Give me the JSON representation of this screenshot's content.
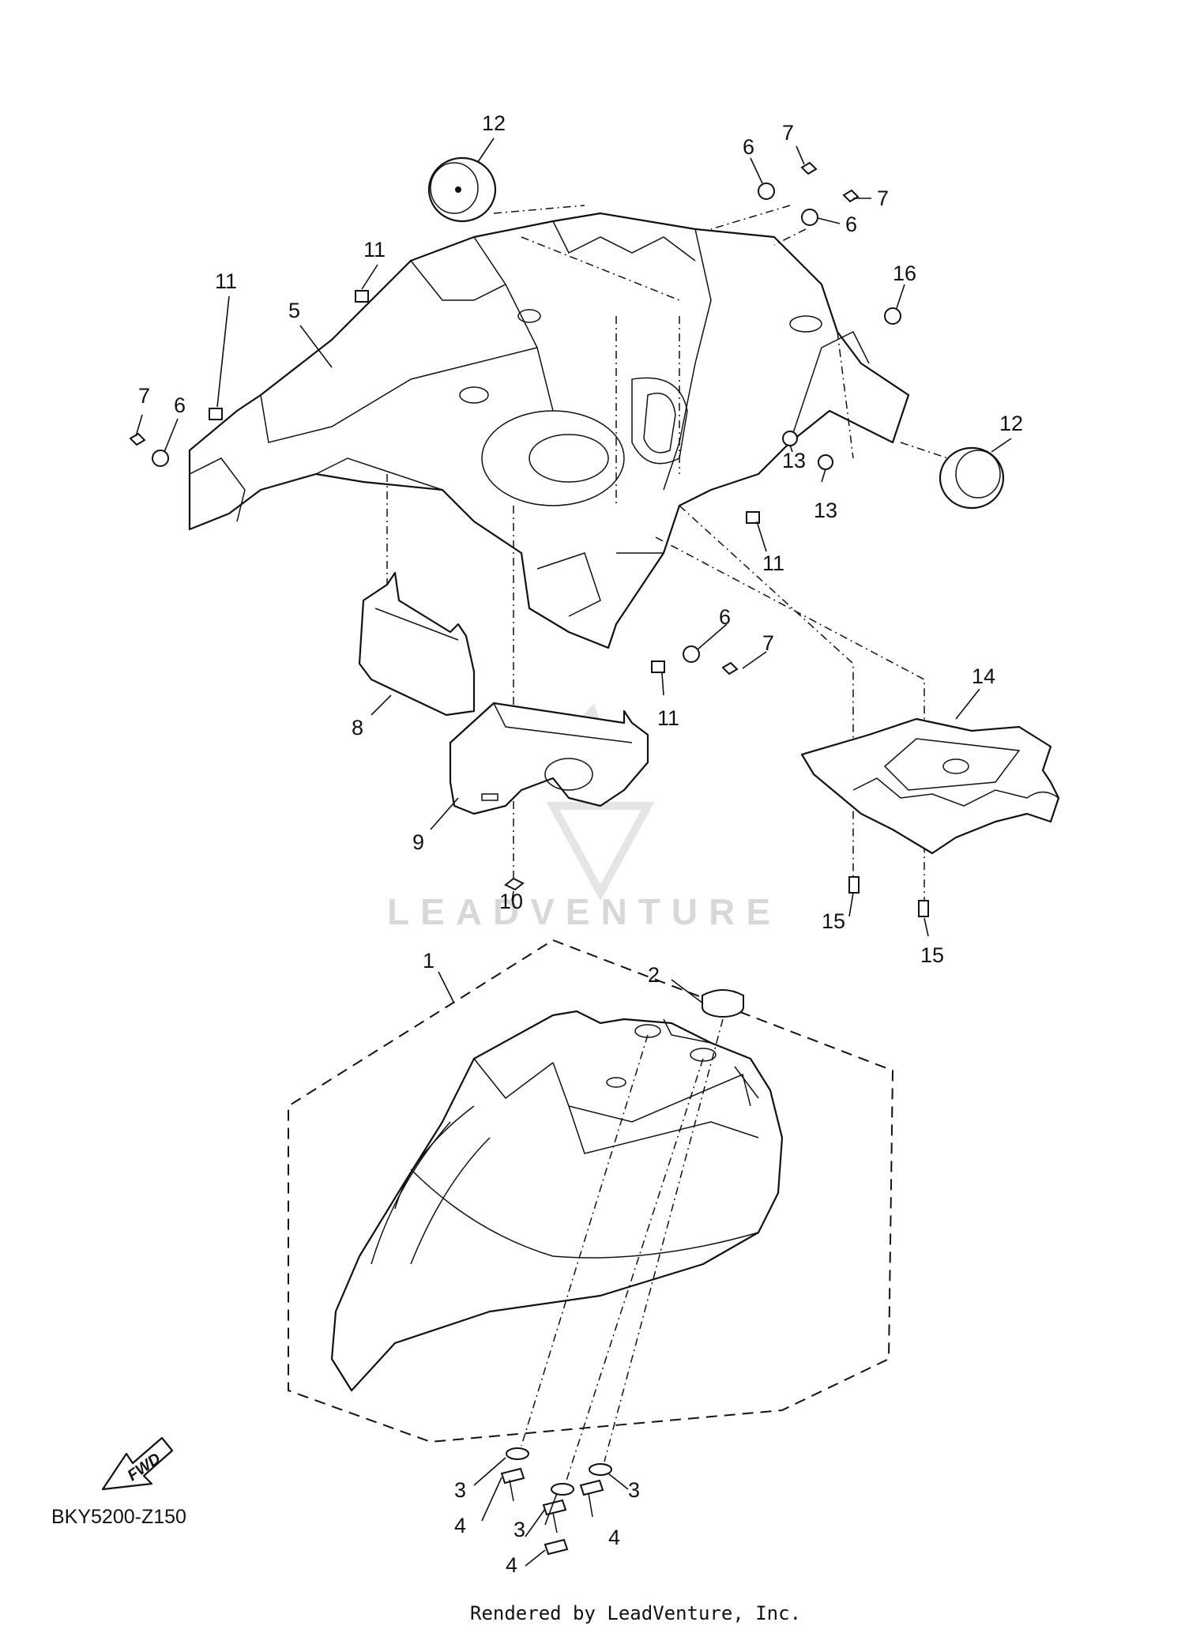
{
  "diagram": {
    "code": "BKY5200-Z150",
    "footer": "Rendered by LeadVenture, Inc.",
    "watermark": "LEADVENTURE",
    "fwd_label": "FWD"
  },
  "callouts": [
    {
      "id": "c12a",
      "label": "12"
    },
    {
      "id": "c6a",
      "label": "6"
    },
    {
      "id": "c7a",
      "label": "7"
    },
    {
      "id": "c7b",
      "label": "7"
    },
    {
      "id": "c6b",
      "label": "6"
    },
    {
      "id": "c16",
      "label": "16"
    },
    {
      "id": "c11a",
      "label": "11"
    },
    {
      "id": "c5",
      "label": "5"
    },
    {
      "id": "c11b",
      "label": "11"
    },
    {
      "id": "c7c",
      "label": "7"
    },
    {
      "id": "c6c",
      "label": "6"
    },
    {
      "id": "c12b",
      "label": "12"
    },
    {
      "id": "c13a",
      "label": "13"
    },
    {
      "id": "c13b",
      "label": "13"
    },
    {
      "id": "c11c",
      "label": "11"
    },
    {
      "id": "c6d",
      "label": "6"
    },
    {
      "id": "c7d",
      "label": "7"
    },
    {
      "id": "c14",
      "label": "14"
    },
    {
      "id": "c11d",
      "label": "11"
    },
    {
      "id": "c8",
      "label": "8"
    },
    {
      "id": "c9",
      "label": "9"
    },
    {
      "id": "c10",
      "label": "10"
    },
    {
      "id": "c15a",
      "label": "15"
    },
    {
      "id": "c15b",
      "label": "15"
    },
    {
      "id": "c1",
      "label": "1"
    },
    {
      "id": "c2",
      "label": "2"
    },
    {
      "id": "c3a",
      "label": "3"
    },
    {
      "id": "c3b",
      "label": "3"
    },
    {
      "id": "c3c",
      "label": "3"
    },
    {
      "id": "c4a",
      "label": "4"
    },
    {
      "id": "c4b",
      "label": "4"
    },
    {
      "id": "c4c",
      "label": "4"
    }
  ]
}
